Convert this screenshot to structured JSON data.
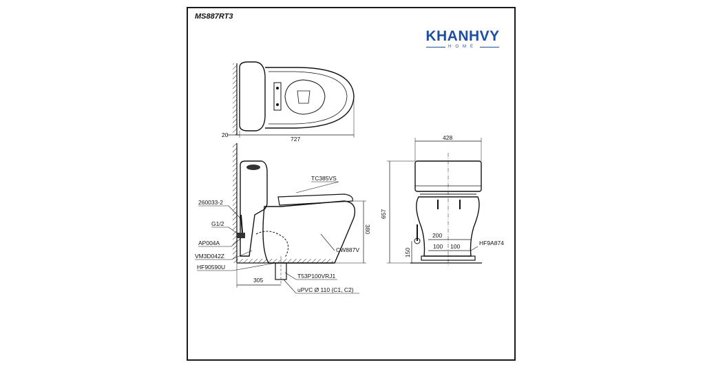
{
  "sheet": {
    "model_code": "MS887RT3",
    "brand": {
      "name": "KHANHVY",
      "tagline": "HOME",
      "color": "#1f4ea1"
    }
  },
  "dimensions": {
    "wall_gap": "20",
    "overall_depth": "727",
    "outlet_center": "305",
    "seat_height": "380",
    "overall_height": "657",
    "overall_width": "428",
    "fixing_span": "200",
    "fixing_left": "100",
    "fixing_right": "100",
    "supply_height": "150"
  },
  "parts": {
    "seat": "TC385VS",
    "bowl": "CW887V",
    "fill_valve": "260033-2",
    "thread": "G1/2",
    "supply_hose": "AP004A",
    "stop_valve": "VM3D042Z",
    "seal": "HF90590U",
    "flange": "T53P100VRJ1",
    "drain_pipe": "uPVC Ø 110 (C1, C2)",
    "fixing_kit": "HF9A874"
  }
}
